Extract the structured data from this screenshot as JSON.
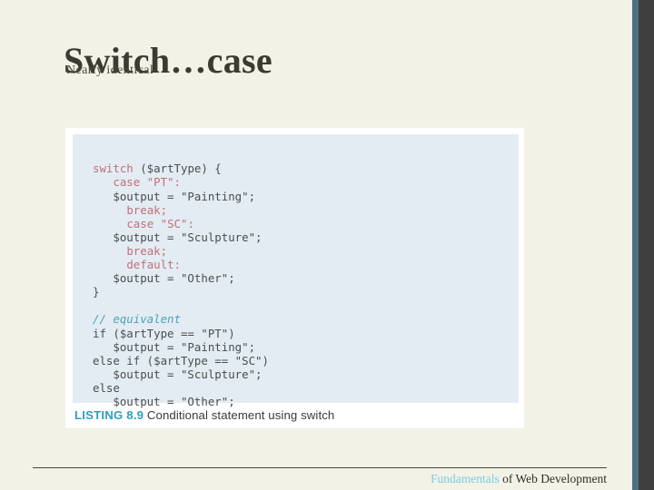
{
  "slide": {
    "title": "Switch…case",
    "subtitle": "Nearly identical",
    "background_color": "#f2f2e6"
  },
  "accents": {
    "right_bar_color": "#4c7184",
    "right_dark_color": "#3f3f3f",
    "keyword_color": "#c0707b",
    "comment_color": "#4da3b8",
    "listing_label_color": "#2e9fbd",
    "code_panel_color": "#e3ecf3",
    "brand_color": "#7ecbe0"
  },
  "listing": {
    "label": "LISTING 8.9",
    "description": "Conditional statement using switch",
    "code_lines": [
      {
        "indent": 0,
        "tokens": [
          {
            "t": "switch",
            "k": "kw"
          },
          {
            "t": " ($artType) {",
            "k": ""
          }
        ]
      },
      {
        "indent": 0,
        "tokens": [
          {
            "t": "   ",
            "k": ""
          },
          {
            "t": "case",
            "k": "kw"
          },
          {
            "t": " \"PT\":",
            "k": "kw"
          }
        ]
      },
      {
        "indent": 0,
        "tokens": [
          {
            "t": "   $output = \"Painting\";",
            "k": ""
          }
        ]
      },
      {
        "indent": 0,
        "tokens": [
          {
            "t": "     ",
            "k": ""
          },
          {
            "t": "break",
            "k": "kw"
          },
          {
            "t": ";",
            "k": "kw"
          }
        ]
      },
      {
        "indent": 0,
        "tokens": [
          {
            "t": "     ",
            "k": ""
          },
          {
            "t": "case",
            "k": "kw"
          },
          {
            "t": " \"SC\":",
            "k": "kw"
          }
        ]
      },
      {
        "indent": 0,
        "tokens": [
          {
            "t": "   $output = \"Sculpture\";",
            "k": ""
          }
        ]
      },
      {
        "indent": 0,
        "tokens": [
          {
            "t": "     ",
            "k": ""
          },
          {
            "t": "break",
            "k": "kw"
          },
          {
            "t": ";",
            "k": "kw"
          }
        ]
      },
      {
        "indent": 0,
        "tokens": [
          {
            "t": "     ",
            "k": ""
          },
          {
            "t": "default",
            "k": "kw"
          },
          {
            "t": ":",
            "k": "kw"
          }
        ]
      },
      {
        "indent": 0,
        "tokens": [
          {
            "t": "   $output = \"Other\";",
            "k": ""
          }
        ]
      },
      {
        "indent": 0,
        "tokens": [
          {
            "t": "}",
            "k": ""
          }
        ]
      },
      {
        "indent": 0,
        "tokens": [
          {
            "t": "",
            "k": ""
          }
        ]
      },
      {
        "indent": 0,
        "tokens": [
          {
            "t": "// equivalent",
            "k": "cmt"
          }
        ]
      },
      {
        "indent": 0,
        "tokens": [
          {
            "t": "if ($artType == \"PT\")",
            "k": ""
          }
        ]
      },
      {
        "indent": 0,
        "tokens": [
          {
            "t": "   $output = \"Painting\";",
            "k": ""
          }
        ]
      },
      {
        "indent": 0,
        "tokens": [
          {
            "t": "else if ($artType == \"SC\")",
            "k": ""
          }
        ]
      },
      {
        "indent": 0,
        "tokens": [
          {
            "t": "   $output = \"Sculpture\";",
            "k": ""
          }
        ]
      },
      {
        "indent": 0,
        "tokens": [
          {
            "t": "else",
            "k": ""
          }
        ]
      },
      {
        "indent": 0,
        "tokens": [
          {
            "t": "   $output = \"Other\";",
            "k": ""
          }
        ]
      }
    ]
  },
  "footer": {
    "brand": "Fundamentals",
    "rest": " of Web Development"
  }
}
